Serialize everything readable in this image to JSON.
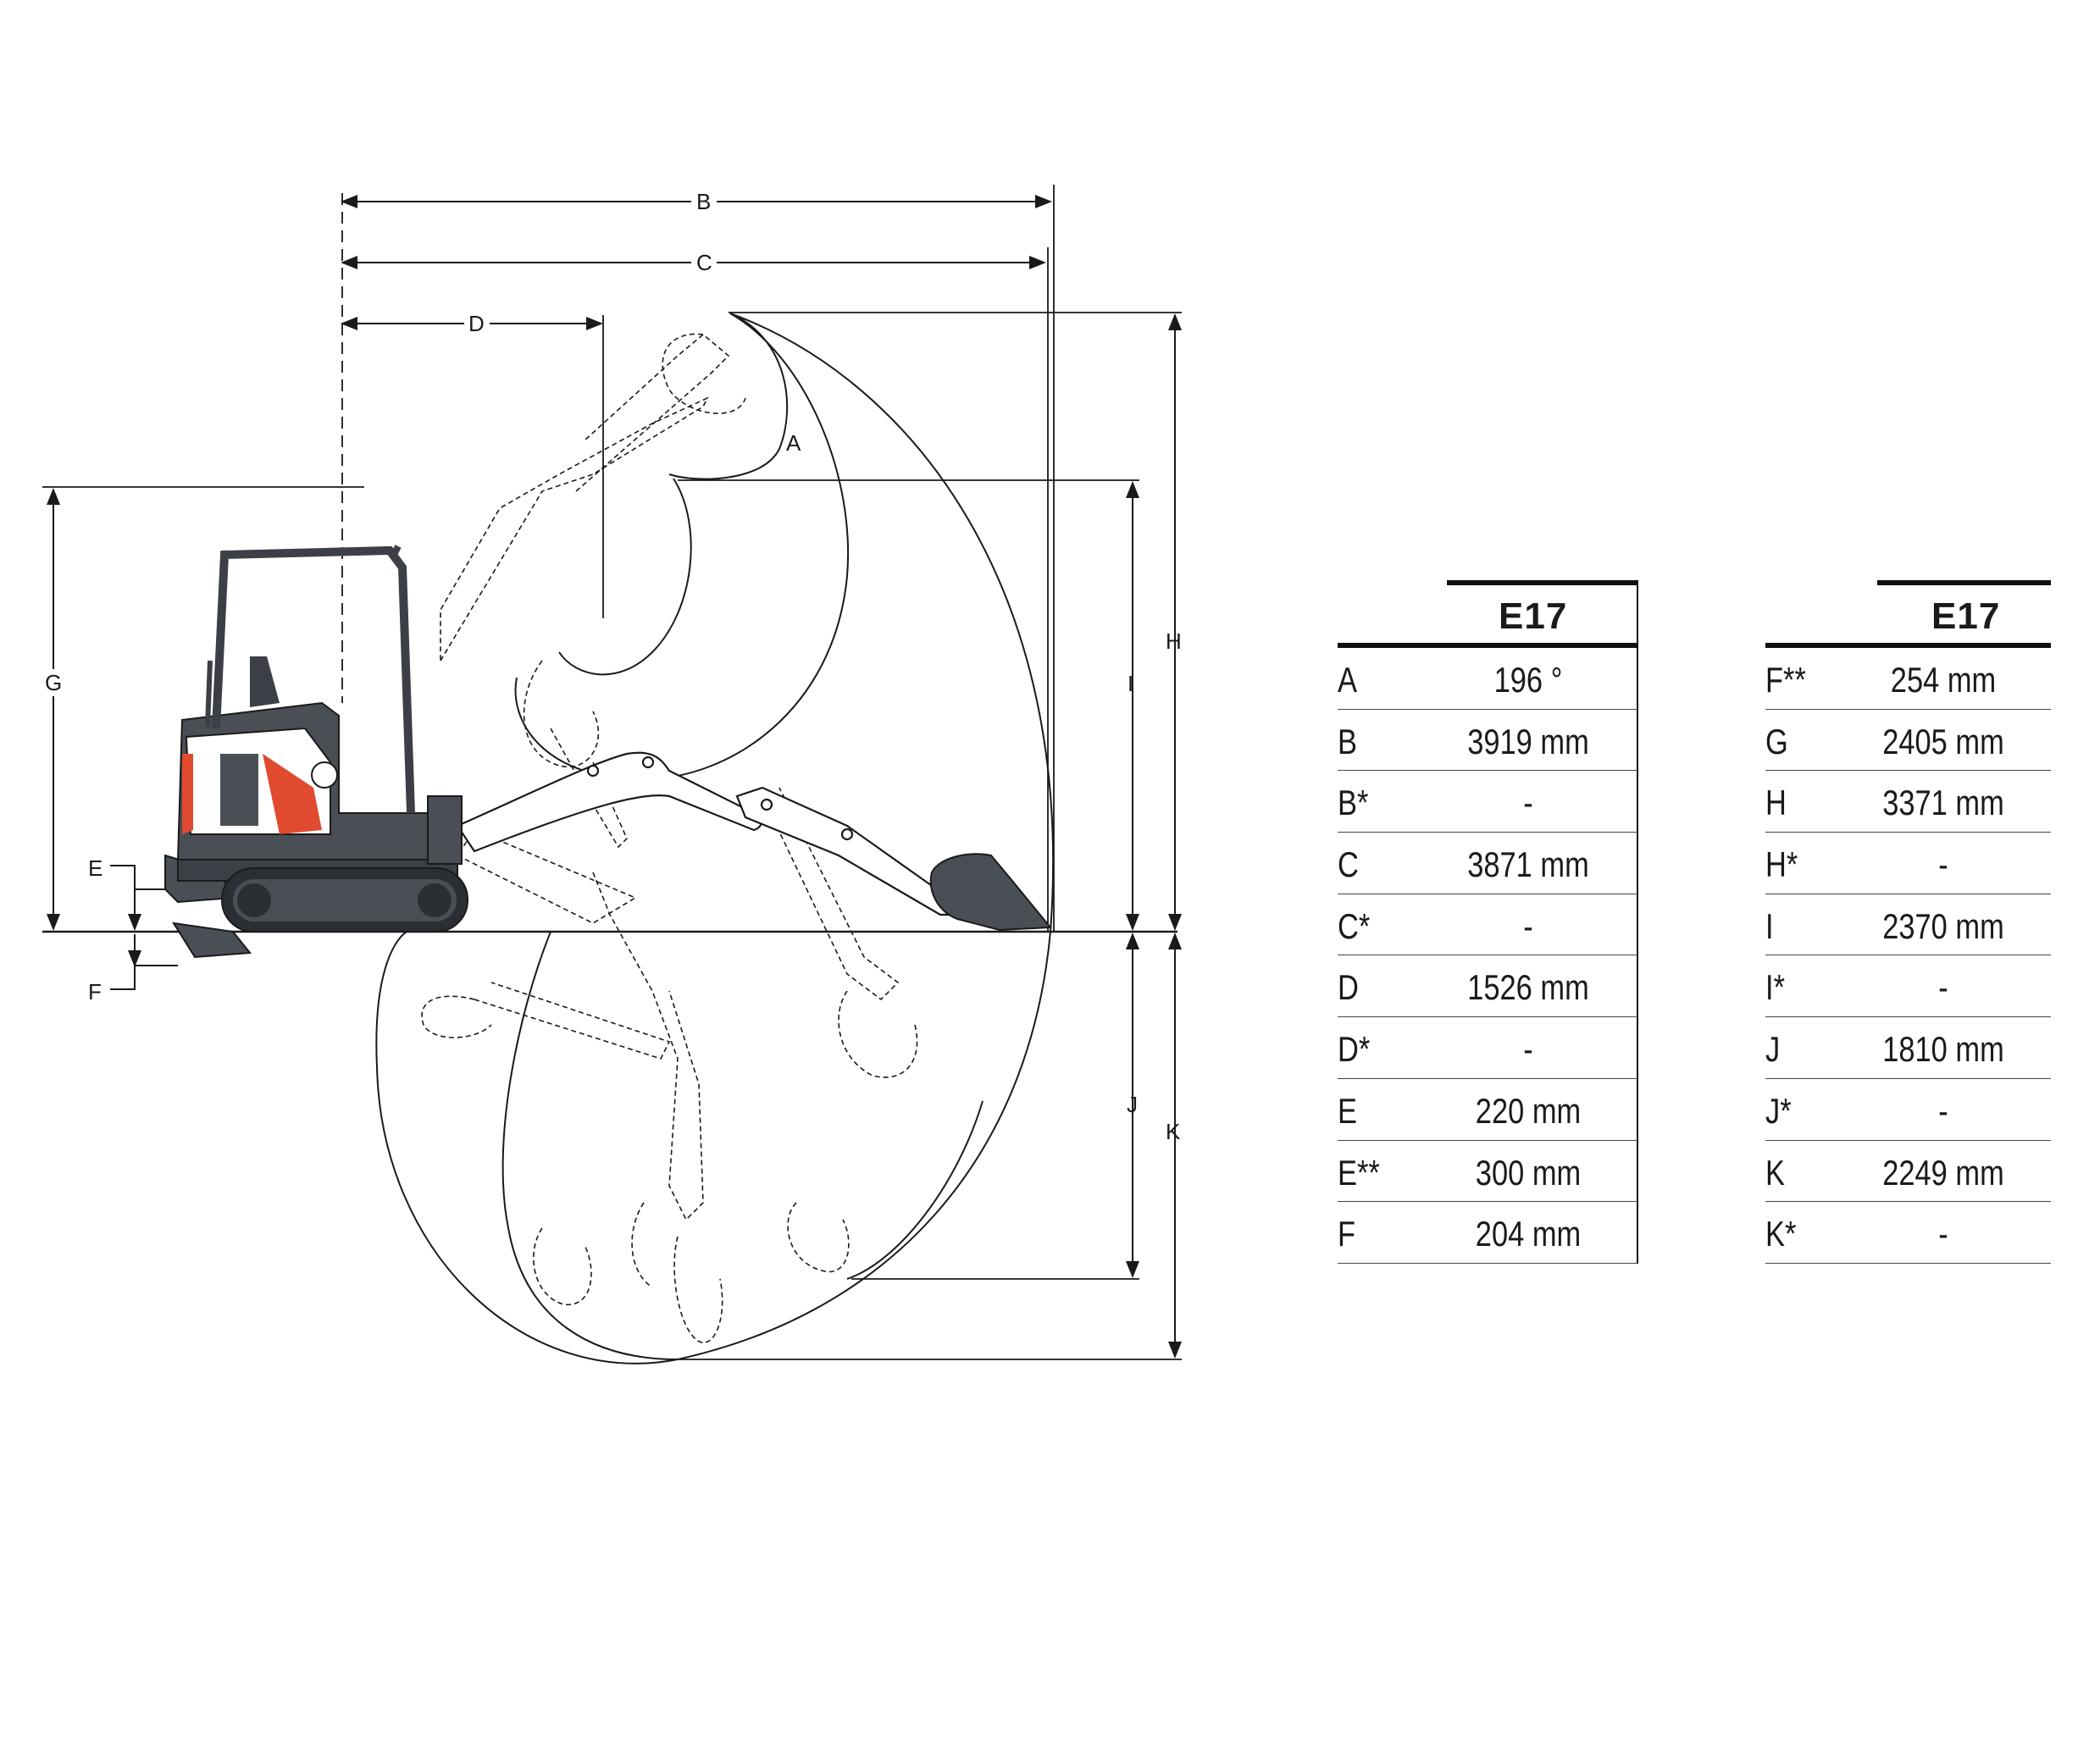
{
  "diagram": {
    "dimension_letters": {
      "A": "A",
      "B": "B",
      "C": "C",
      "D": "D",
      "E": "E",
      "F": "F",
      "G": "G",
      "H": "H",
      "I": "I",
      "J": "J",
      "K": "K"
    },
    "colors": {
      "machine_body": "#4a4e55",
      "accent": "#e04a2f",
      "line": "#1a1a1a"
    }
  },
  "tables": [
    {
      "model": "E17",
      "rows": [
        {
          "key": "A",
          "value": "196 °"
        },
        {
          "key": "B",
          "value": "3919 mm"
        },
        {
          "key": "B*",
          "value": "-"
        },
        {
          "key": "C",
          "value": "3871 mm"
        },
        {
          "key": "C*",
          "value": "-"
        },
        {
          "key": "D",
          "value": "1526 mm"
        },
        {
          "key": "D*",
          "value": "-"
        },
        {
          "key": "E",
          "value": "220 mm"
        },
        {
          "key": "E**",
          "value": "300 mm"
        },
        {
          "key": "F",
          "value": "204 mm"
        }
      ]
    },
    {
      "model": "E17",
      "rows": [
        {
          "key": "F**",
          "value": "254 mm"
        },
        {
          "key": "G",
          "value": "2405 mm"
        },
        {
          "key": "H",
          "value": "3371 mm"
        },
        {
          "key": "H*",
          "value": "-"
        },
        {
          "key": "I",
          "value": "2370 mm"
        },
        {
          "key": "I*",
          "value": "-"
        },
        {
          "key": "J",
          "value": "1810 mm"
        },
        {
          "key": "J*",
          "value": "-"
        },
        {
          "key": "K",
          "value": "2249 mm"
        },
        {
          "key": "K*",
          "value": "-"
        }
      ]
    }
  ]
}
